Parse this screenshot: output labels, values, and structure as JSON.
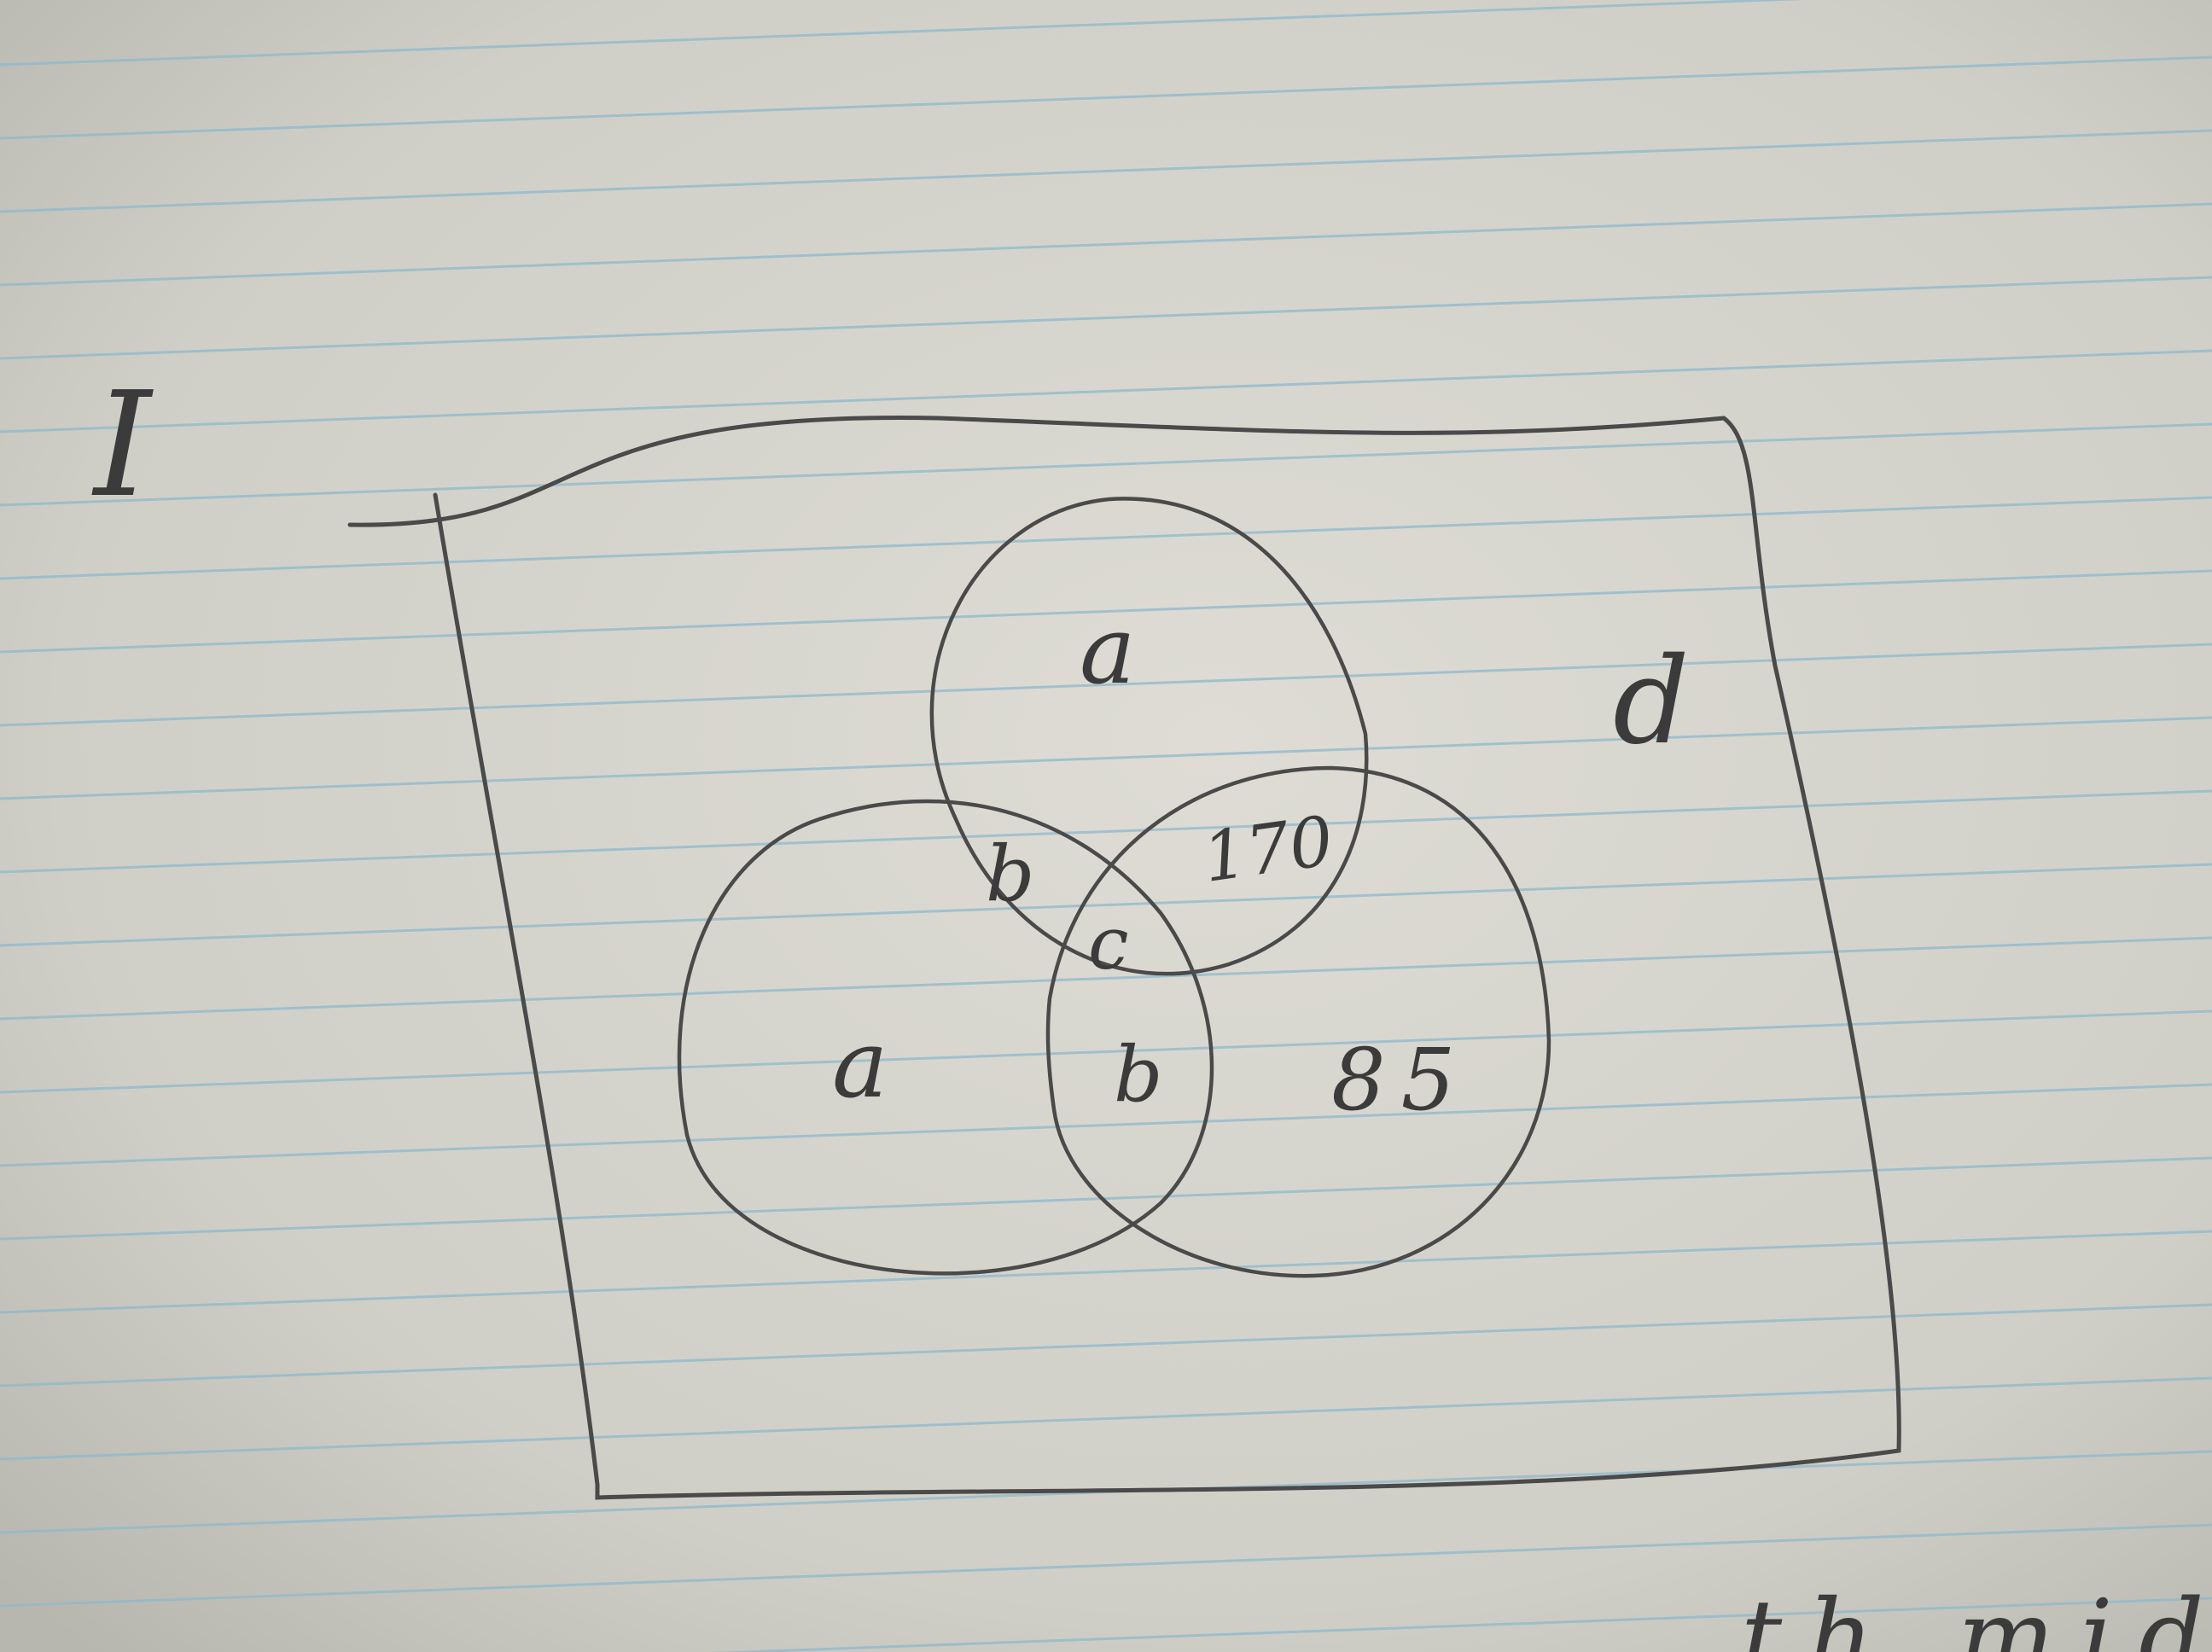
{
  "diagram": {
    "universal_set_label": "I",
    "outside_label": "d",
    "regions": {
      "top_only": "a",
      "left_only": "a",
      "right_only": "85",
      "top_left": "b",
      "top_right": "170",
      "left_right": "b",
      "center": "c"
    },
    "footer_fragment": "th mid"
  },
  "colors": {
    "paper": "#d6d6ce",
    "rule_line": "#8fb8cc",
    "pencil": "#4a4a4a"
  }
}
